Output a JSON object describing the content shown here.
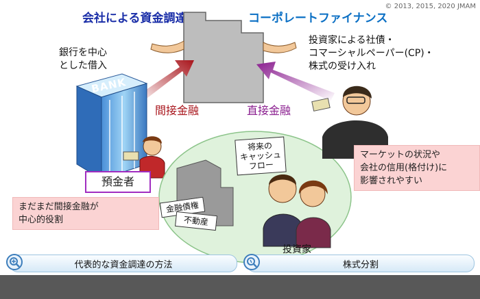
{
  "copyright": "© 2013, 2015, 2020 JMAM",
  "title_left": "会社による資金調達",
  "title_right": "コーポレートファイナンス",
  "bank_note_line1": "銀行を中心",
  "bank_note_line2": "とした借入",
  "bank_sign": "BANK",
  "investor_note_line1": "投資家による社債・",
  "investor_note_line2": "コマーシャルペーパー(CP)・",
  "investor_note_line3": "株式の受け入れ",
  "arrow_left_label": "間接金融",
  "arrow_right_label": "直接金融",
  "depositor_label": "預金者",
  "indirect_note_line1": "まだまだ間接金融が",
  "indirect_note_line2": "中心的役割",
  "market_note_line1": "マーケットの状況や",
  "market_note_line2": "会社の信用(格付け)に",
  "market_note_line3": "影響されやすい",
  "future_cf_line1": "将来の",
  "future_cf_line2": "キャッシュフロー",
  "receivables": "金融債権",
  "real_estate": "不動産",
  "investors_label": "投資家",
  "nav_left": "代表的な資金調達の方法",
  "nav_right": "株式分割",
  "colors": {
    "title_blue": "#1a2ea8",
    "title_cyan": "#0a6fc4",
    "arrow_red": "#a8141b",
    "arrow_purple": "#8a1e8f",
    "pink_box": "#fbd3d3",
    "green_area": "#dff2dc"
  },
  "icons": [
    "magnifier-plus-icon",
    "magnifier-search-icon",
    "bank-building-icon",
    "company-building-icon",
    "person-icon"
  ]
}
